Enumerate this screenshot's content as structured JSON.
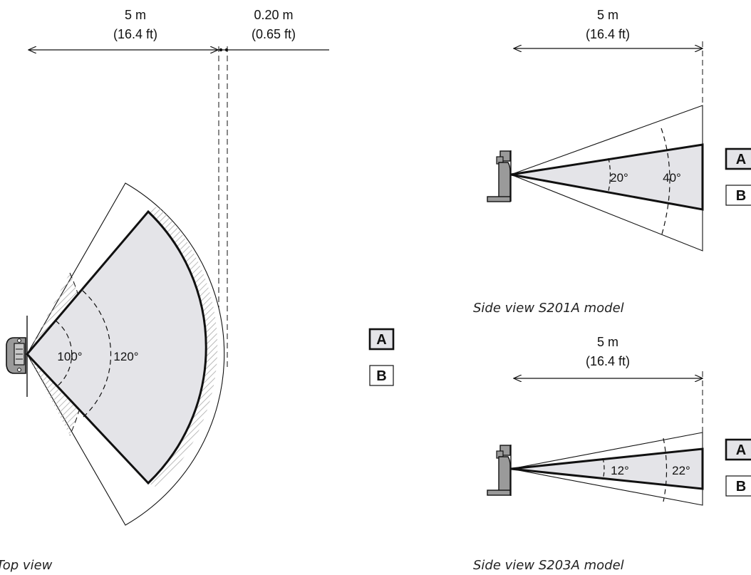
{
  "top_view": {
    "caption": "Top view",
    "range_value": "5 m",
    "range_value_ft": "(16.4 ft)",
    "extra_value": "0.20 m",
    "extra_value_ft": "(0.65 ft)",
    "angle_inner": "100°",
    "angle_outer": "120°"
  },
  "legend_top": {
    "a": "A",
    "b": "B"
  },
  "side_s201a": {
    "caption": "Side view S201A model",
    "range_value": "5 m",
    "range_value_ft": "(16.4 ft)",
    "angle_inner": "20°",
    "angle_outer": "40°",
    "legend_a": "A",
    "legend_b": "B"
  },
  "side_s203a": {
    "caption": "Side view S203A model",
    "range_value": "5 m",
    "range_value_ft": "(16.4 ft)",
    "angle_inner": "12°",
    "angle_outer": "22°",
    "legend_a": "A",
    "legend_b": "B"
  },
  "colors": {
    "zone_fill": "#e4e4e8",
    "sensor_fill": "#9a9a9a",
    "line": "#111111"
  }
}
